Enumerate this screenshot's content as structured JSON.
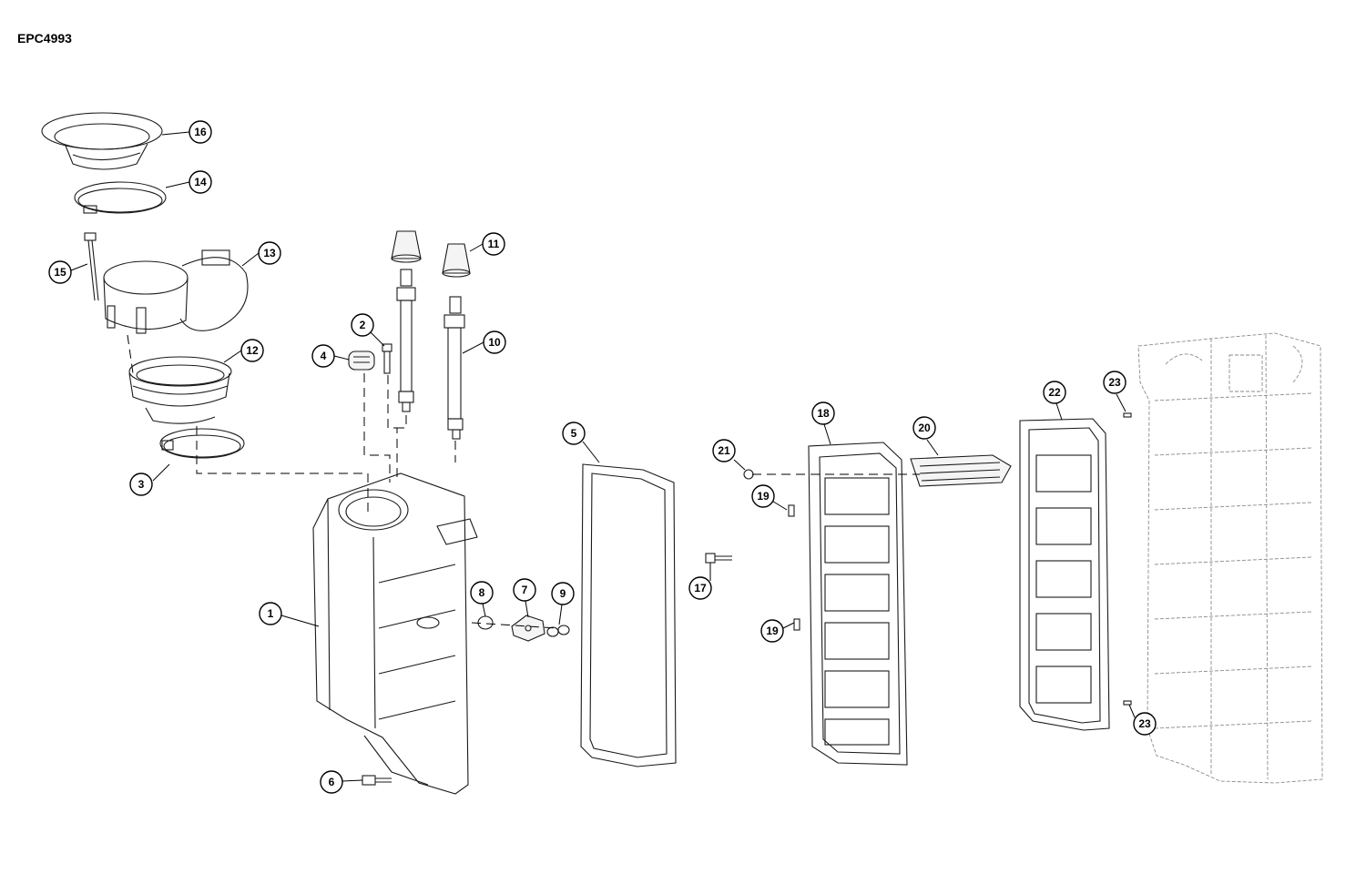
{
  "diagram_code": "EPC4993",
  "callouts": [
    {
      "num": "1"
    },
    {
      "num": "2"
    },
    {
      "num": "3"
    },
    {
      "num": "4"
    },
    {
      "num": "5"
    },
    {
      "num": "6"
    },
    {
      "num": "7"
    },
    {
      "num": "8"
    },
    {
      "num": "9"
    },
    {
      "num": "10"
    },
    {
      "num": "11"
    },
    {
      "num": "12"
    },
    {
      "num": "13"
    },
    {
      "num": "14"
    },
    {
      "num": "15"
    },
    {
      "num": "16"
    },
    {
      "num": "17"
    },
    {
      "num": "18"
    },
    {
      "num": "19"
    },
    {
      "num": "19"
    },
    {
      "num": "20"
    },
    {
      "num": "21"
    },
    {
      "num": "22"
    },
    {
      "num": "23"
    },
    {
      "num": "23"
    }
  ]
}
